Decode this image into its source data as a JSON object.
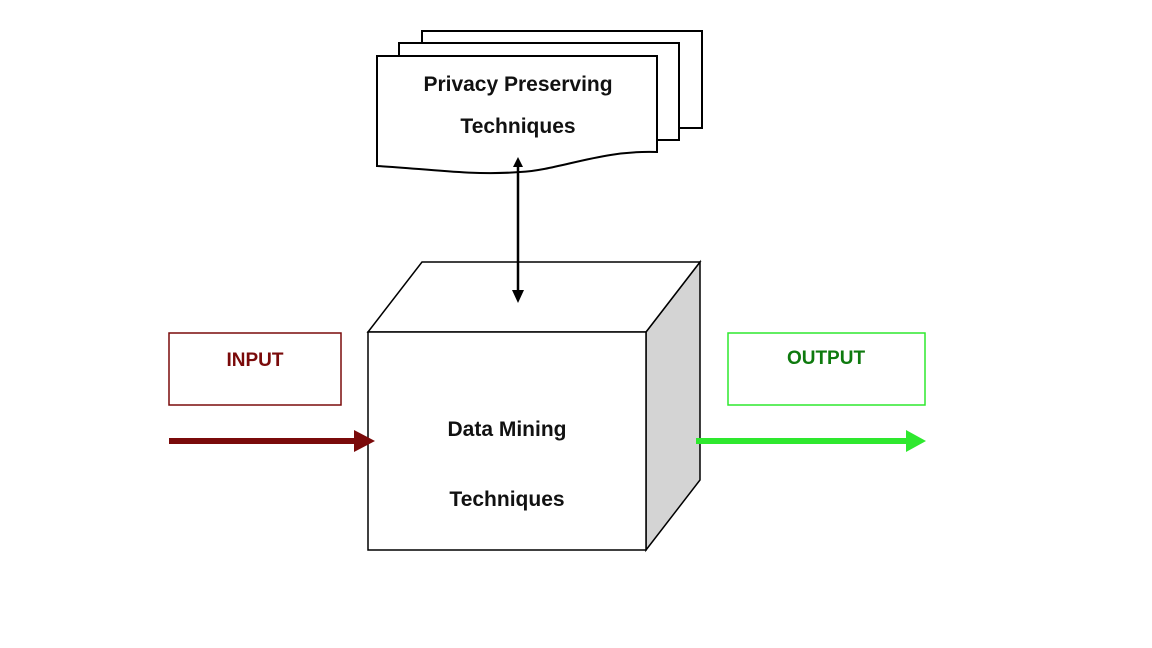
{
  "privacy": {
    "line1": "Privacy Preserving",
    "line2": "Techniques"
  },
  "mining": {
    "line1": "Data Mining",
    "line2": "Techniques"
  },
  "input": {
    "label": "INPUT"
  },
  "output": {
    "label": "OUTPUT"
  },
  "colors": {
    "input": "#7a0a0a",
    "output": "#2ee82e",
    "output_text": "#0e7a0e",
    "outline": "#000000",
    "side_face": "#d4d4d4"
  }
}
